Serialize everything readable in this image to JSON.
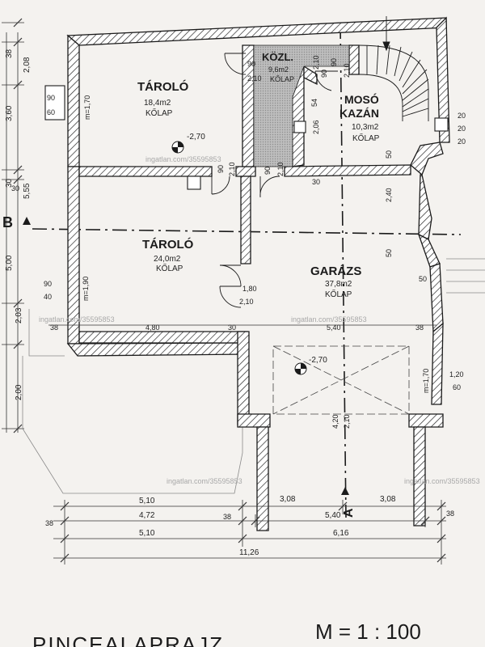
{
  "rooms": {
    "storage_top": {
      "name": "TÁROLÓ",
      "area": "18,4m2",
      "floor": "KŐLAP",
      "level": "-2,70",
      "sill": "m=1,70"
    },
    "corridor": {
      "name": "KÖZL.",
      "area": "9,6m2",
      "floor": "KŐLAP"
    },
    "boiler": {
      "name_1": "MOSÓ",
      "name_2": "KAZÁN",
      "area": "10,3m2",
      "floor": "KŐLAP"
    },
    "storage_mid": {
      "name": "TÁROLÓ",
      "area": "24,0m2",
      "floor": "KŐLAP",
      "sill": "m=1,90"
    },
    "garage": {
      "name": "GARÁZS",
      "area": "37,8m2",
      "floor": "KŐLAP",
      "level": "-2,70",
      "sill": "m=1,70"
    }
  },
  "dims_left": [
    "38",
    "2,08",
    "3,60",
    "30",
    "5,55",
    "5,00",
    "2,03",
    "2,00"
  ],
  "dims_door": {
    "d1w": "90",
    "d1h": "2,10",
    "d2w": "90",
    "d2h": "2,10",
    "d3w": "90",
    "d3h": "2,10",
    "d4w": "90",
    "d4h": "2,10",
    "d5w": "1,80",
    "d5h": "2,10",
    "d6w": "4,20",
    "d6h": "2,10",
    "d7w": "90",
    "d7h": "2,10"
  },
  "dims_window": {
    "w1a": "90",
    "w1b": "60",
    "w2a": "90",
    "w2b": "40",
    "w3a": "1,20",
    "w3b": "60",
    "w4": "50"
  },
  "dims_small": {
    "s54": "54",
    "s206": "2,06",
    "s50a": "50",
    "s240": "2,40",
    "s50b": "50",
    "s30a": "30",
    "s30b": "30",
    "s30c": "30",
    "s20a": "20",
    "s20b": "20",
    "s20c": "20",
    "s38a": "38",
    "s480": "4,80",
    "s540": "5,40",
    "s38b": "38"
  },
  "dims_bottom": {
    "r1": [
      "5,10",
      "3,08",
      "3,08"
    ],
    "r2": [
      "38",
      "4,72",
      "38",
      "5,40",
      "38"
    ],
    "r3": [
      "5,10",
      "6,16"
    ],
    "r4": [
      "11,26"
    ]
  },
  "section_labels": {
    "b": "B",
    "a": "A"
  },
  "watermarks": [
    "ingatlan.com/35595853",
    "ingatlan.com/35595853",
    "ingatlan.com/35595853",
    "ingatlan.com/35595853",
    "ingatlan.com/35595853"
  ],
  "footer": {
    "title": "PINCEALAPRAJZ",
    "scale": "M = 1 : 100"
  }
}
